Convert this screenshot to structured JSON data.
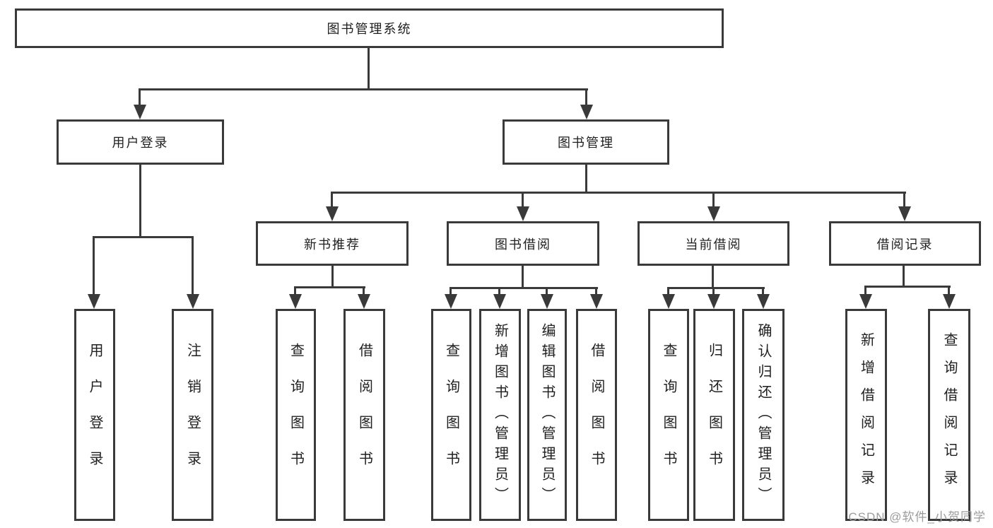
{
  "colors": {
    "background": "#ffffff",
    "line": "#3a3a3a",
    "text": "#1f1f1f",
    "watermark": "#9c9c9c"
  },
  "tree": {
    "label": "图书管理系统",
    "children": [
      {
        "label": "用户登录",
        "children": [
          {
            "label": "用户登录"
          },
          {
            "label": "注销登录"
          }
        ]
      },
      {
        "label": "图书管理",
        "children": [
          {
            "label": "新书推荐",
            "children": [
              {
                "label": "查询图书"
              },
              {
                "label": "借阅图书"
              }
            ]
          },
          {
            "label": "图书借阅",
            "children": [
              {
                "label": "查询图书"
              },
              {
                "label": "新增图书（管理员）"
              },
              {
                "label": "编辑图书（管理员）"
              },
              {
                "label": "借阅图书"
              }
            ]
          },
          {
            "label": "当前借阅",
            "children": [
              {
                "label": "查询图书"
              },
              {
                "label": "归还图书"
              },
              {
                "label": "确认归还（管理员）"
              }
            ]
          },
          {
            "label": "借阅记录",
            "children": [
              {
                "label": "新增借阅记录"
              },
              {
                "label": "查询借阅记录"
              }
            ]
          }
        ]
      }
    ]
  },
  "watermark": {
    "text": "CSDN @软件_小贺同学"
  }
}
